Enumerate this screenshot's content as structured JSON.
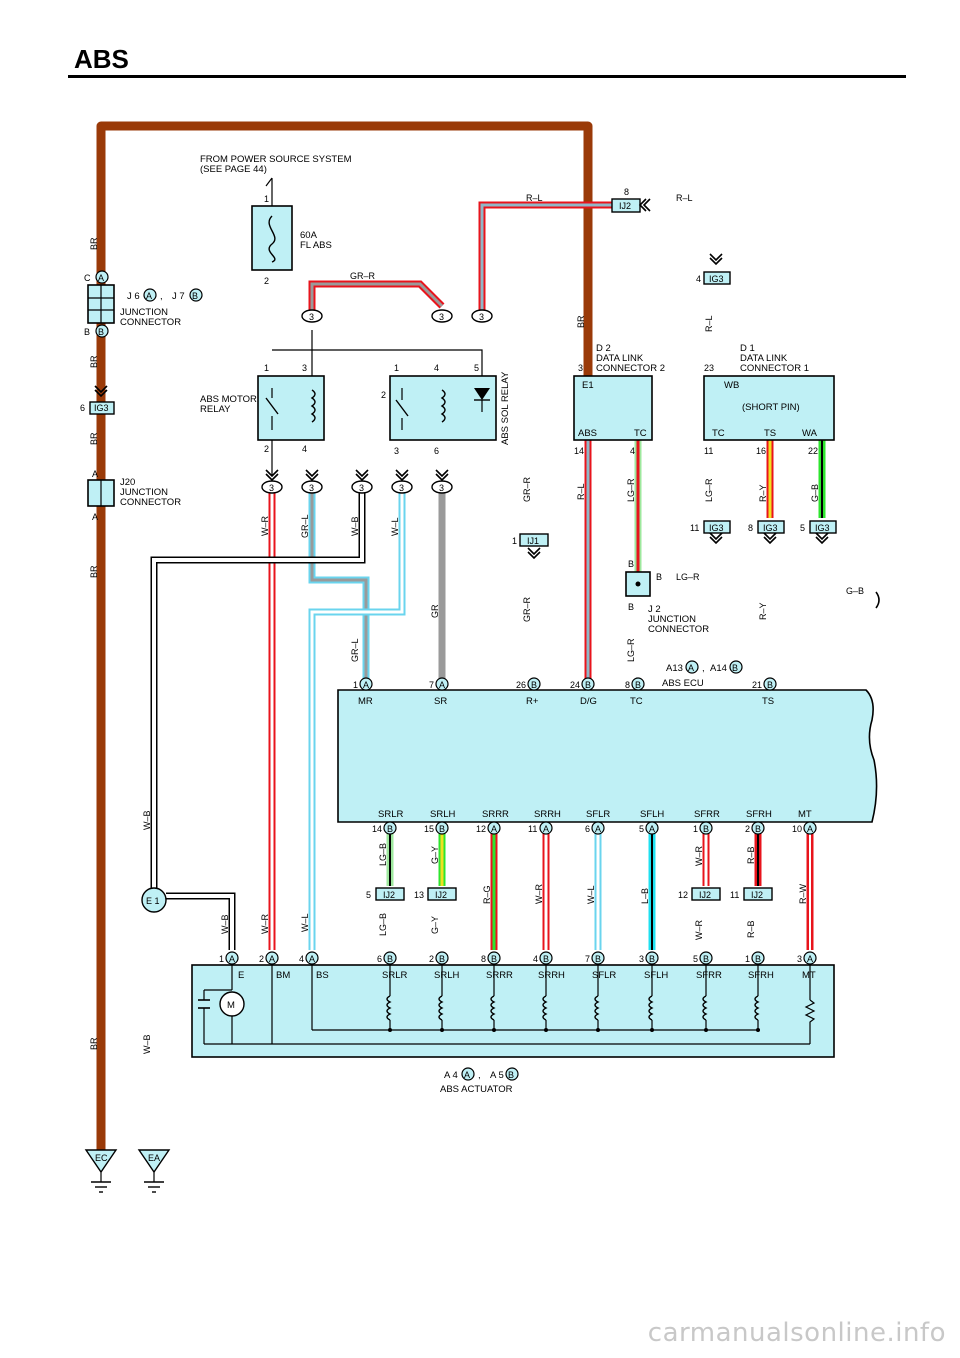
{
  "title": "ABS",
  "watermark": "carmanualsonline.info",
  "colors": {
    "brown": "#9a3a08",
    "red": "#e8141c",
    "blue_gray": "#90b8c8",
    "light_blue": "#6ad4ee",
    "green": "#2ee52e",
    "light_green": "#9ee89e",
    "yellow": "#f0e020",
    "gray": "#9a9a9a",
    "box": "#bff0f5",
    "cyan": "#20e0f0"
  },
  "power_source": {
    "line1": "FROM POWER SOURCE SYSTEM",
    "line2": "(SEE PAGE 44)"
  },
  "fuse": {
    "line1": "60A",
    "line2": "FL ABS",
    "pin_top": "1",
    "pin_bottom": "2"
  },
  "motor_relay": {
    "line1": "ABS MOTOR",
    "line2": "RELAY",
    "pins": [
      "1",
      "3",
      "2",
      "4"
    ]
  },
  "sol_relay": {
    "label": "ABS SOL RELAY",
    "pins": [
      "1",
      "4",
      "5",
      "2",
      "3",
      "6"
    ]
  },
  "junction_j6": {
    "name_line1": "JUNCTION",
    "name_line2": "CONNECTOR",
    "j6": "J 6",
    "j7": "J 7",
    "sep": ",",
    "tag_a": "A",
    "tag_b": "B",
    "pin_c": "C",
    "pin_b": "B"
  },
  "junction_j20": {
    "name": "J20",
    "line1": "JUNCTION",
    "line2": "CONNECTOR",
    "pin_a": "A"
  },
  "junction_j2": {
    "name": "J 2",
    "line1": "JUNCTION",
    "line2": "CONNECTOR",
    "pin_b": "B"
  },
  "d2": {
    "name": "D 2",
    "line1": "DATA LINK",
    "line2": "CONNECTOR 2",
    "pin3": "3",
    "e1": "E1",
    "abs": "ABS",
    "tc": "TC",
    "p14": "14",
    "p4": "4"
  },
  "d1": {
    "name": "D 1",
    "line1": "DATA LINK",
    "line2": "CONNECTOR 1",
    "p23": "23",
    "wb": "WB",
    "short": "(SHORT PIN)",
    "tc": "TC",
    "ts": "TS",
    "wa": "WA",
    "p11": "11",
    "p16": "16",
    "p22": "22"
  },
  "ecu": {
    "name": "ABS ECU",
    "ref_a": "A13",
    "ref_b": "A14",
    "sep": ",",
    "tag_a": "A",
    "tag_b": "B",
    "top_pins": [
      {
        "num": "1",
        "tag": "A",
        "label": "MR"
      },
      {
        "num": "7",
        "tag": "A",
        "label": "SR"
      },
      {
        "num": "26",
        "tag": "B",
        "label": "R+"
      },
      {
        "num": "24",
        "tag": "B",
        "label": "D/G"
      },
      {
        "num": "8",
        "tag": "B",
        "label": "TC"
      },
      {
        "num": "21",
        "tag": "B",
        "label": "TS"
      }
    ],
    "bottom_pins": [
      {
        "num": "14",
        "tag": "B",
        "label": "SRLR"
      },
      {
        "num": "15",
        "tag": "B",
        "label": "SRLH"
      },
      {
        "num": "12",
        "tag": "A",
        "label": "SRRR"
      },
      {
        "num": "11",
        "tag": "A",
        "label": "SRRH"
      },
      {
        "num": "6",
        "tag": "A",
        "label": "SFLR"
      },
      {
        "num": "5",
        "tag": "A",
        "label": "SFLH"
      },
      {
        "num": "1",
        "tag": "B",
        "label": "SFRR"
      },
      {
        "num": "2",
        "tag": "B",
        "label": "SFRH"
      },
      {
        "num": "10",
        "tag": "A",
        "label": "MT"
      }
    ]
  },
  "actuator": {
    "name": "ABS ACTUATOR",
    "ref_a": "A 4",
    "ref_b": "A 5",
    "sep": ",",
    "tag_a": "A",
    "tag_b": "B",
    "motor": "M",
    "pins": [
      {
        "num": "1",
        "tag": "A",
        "label": "E"
      },
      {
        "num": "2",
        "tag": "A",
        "label": "BM"
      },
      {
        "num": "4",
        "tag": "A",
        "label": "BS"
      },
      {
        "num": "6",
        "tag": "B",
        "label": "SRLR"
      },
      {
        "num": "2",
        "tag": "B",
        "label": "SRLH"
      },
      {
        "num": "8",
        "tag": "B",
        "label": "SRRR"
      },
      {
        "num": "4",
        "tag": "B",
        "label": "SRRH"
      },
      {
        "num": "7",
        "tag": "B",
        "label": "SFLR"
      },
      {
        "num": "3",
        "tag": "B",
        "label": "SFLH"
      },
      {
        "num": "5",
        "tag": "B",
        "label": "SFRR"
      },
      {
        "num": "1",
        "tag": "B",
        "label": "SFRH"
      },
      {
        "num": "3",
        "tag": "A",
        "label": "MT"
      }
    ]
  },
  "ij2_upper": {
    "id": "IJ2",
    "pin": "8"
  },
  "ij1": {
    "id": "IJ1",
    "pin": "1"
  },
  "ig3_connectors": [
    {
      "id": "IG3",
      "pin": "6"
    },
    {
      "id": "IG3",
      "pin": "4"
    },
    {
      "id": "IG3",
      "pin": "11"
    },
    {
      "id": "IG3",
      "pin": "8"
    },
    {
      "id": "IG3",
      "pin": "5"
    }
  ],
  "ij2_mid": [
    {
      "id": "IJ2",
      "pin": "5"
    },
    {
      "id": "IJ2",
      "pin": "13"
    },
    {
      "id": "IJ2",
      "pin": "12"
    },
    {
      "id": "IJ2",
      "pin": "11"
    }
  ],
  "relay_connector_three": "3",
  "ground_e1": "E 1",
  "grounds": [
    "EC",
    "EA"
  ],
  "wires": {
    "br": "BR",
    "r_l": "R–L",
    "gr_r": "GR–R",
    "w_r": "W–R",
    "gr_l": "GR–L",
    "w_b": "W–B",
    "w_l": "W–L",
    "gr": "GR",
    "lg_r": "LG–R",
    "r_y": "R–Y",
    "g_b": "G–B",
    "lg_b": "LG–B",
    "g_y": "G–Y",
    "r_g": "R–G",
    "l_b": "L–B",
    "r_b": "R–B",
    "r_w": "R–W"
  }
}
